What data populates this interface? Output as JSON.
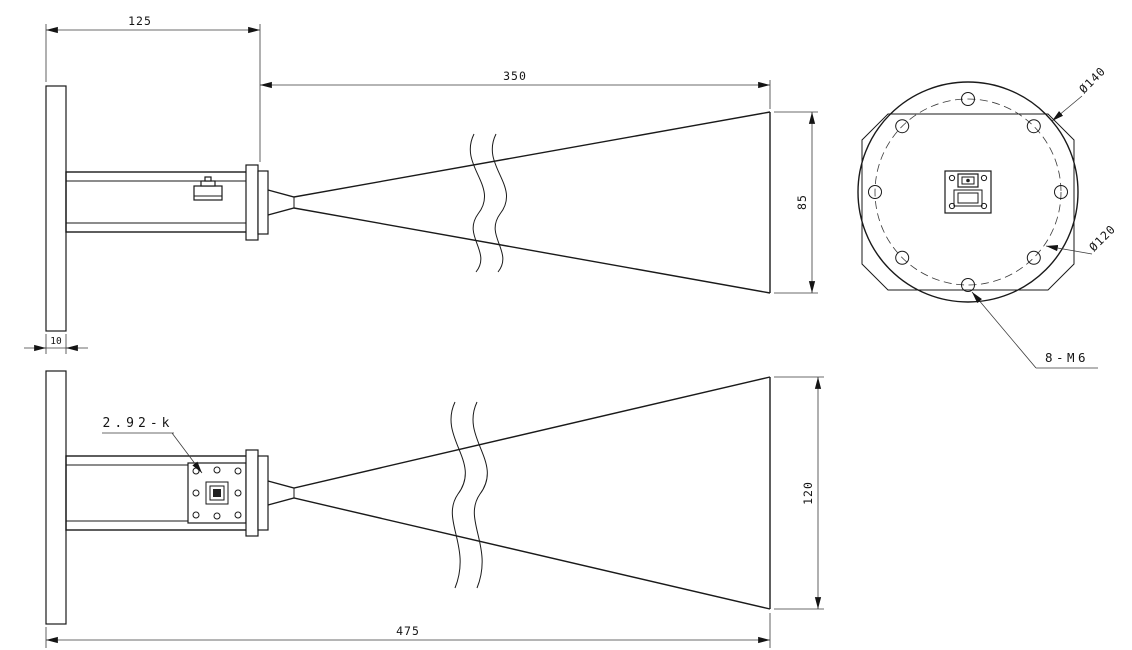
{
  "drawing": {
    "side_view_top": {
      "dim_plate_to_flange": "125",
      "dim_horn_length": "350",
      "dim_aperture_height": "85",
      "dim_plate_thickness": "10"
    },
    "rear_view": {
      "label_outer_diameter": "Ø140",
      "label_bolt_circle": "Ø120",
      "label_bolt_holes": "8-M6"
    },
    "side_view_bottom": {
      "label_connector": "2.92-k",
      "dim_aperture_width": "120",
      "dim_overall_length": "475"
    }
  }
}
